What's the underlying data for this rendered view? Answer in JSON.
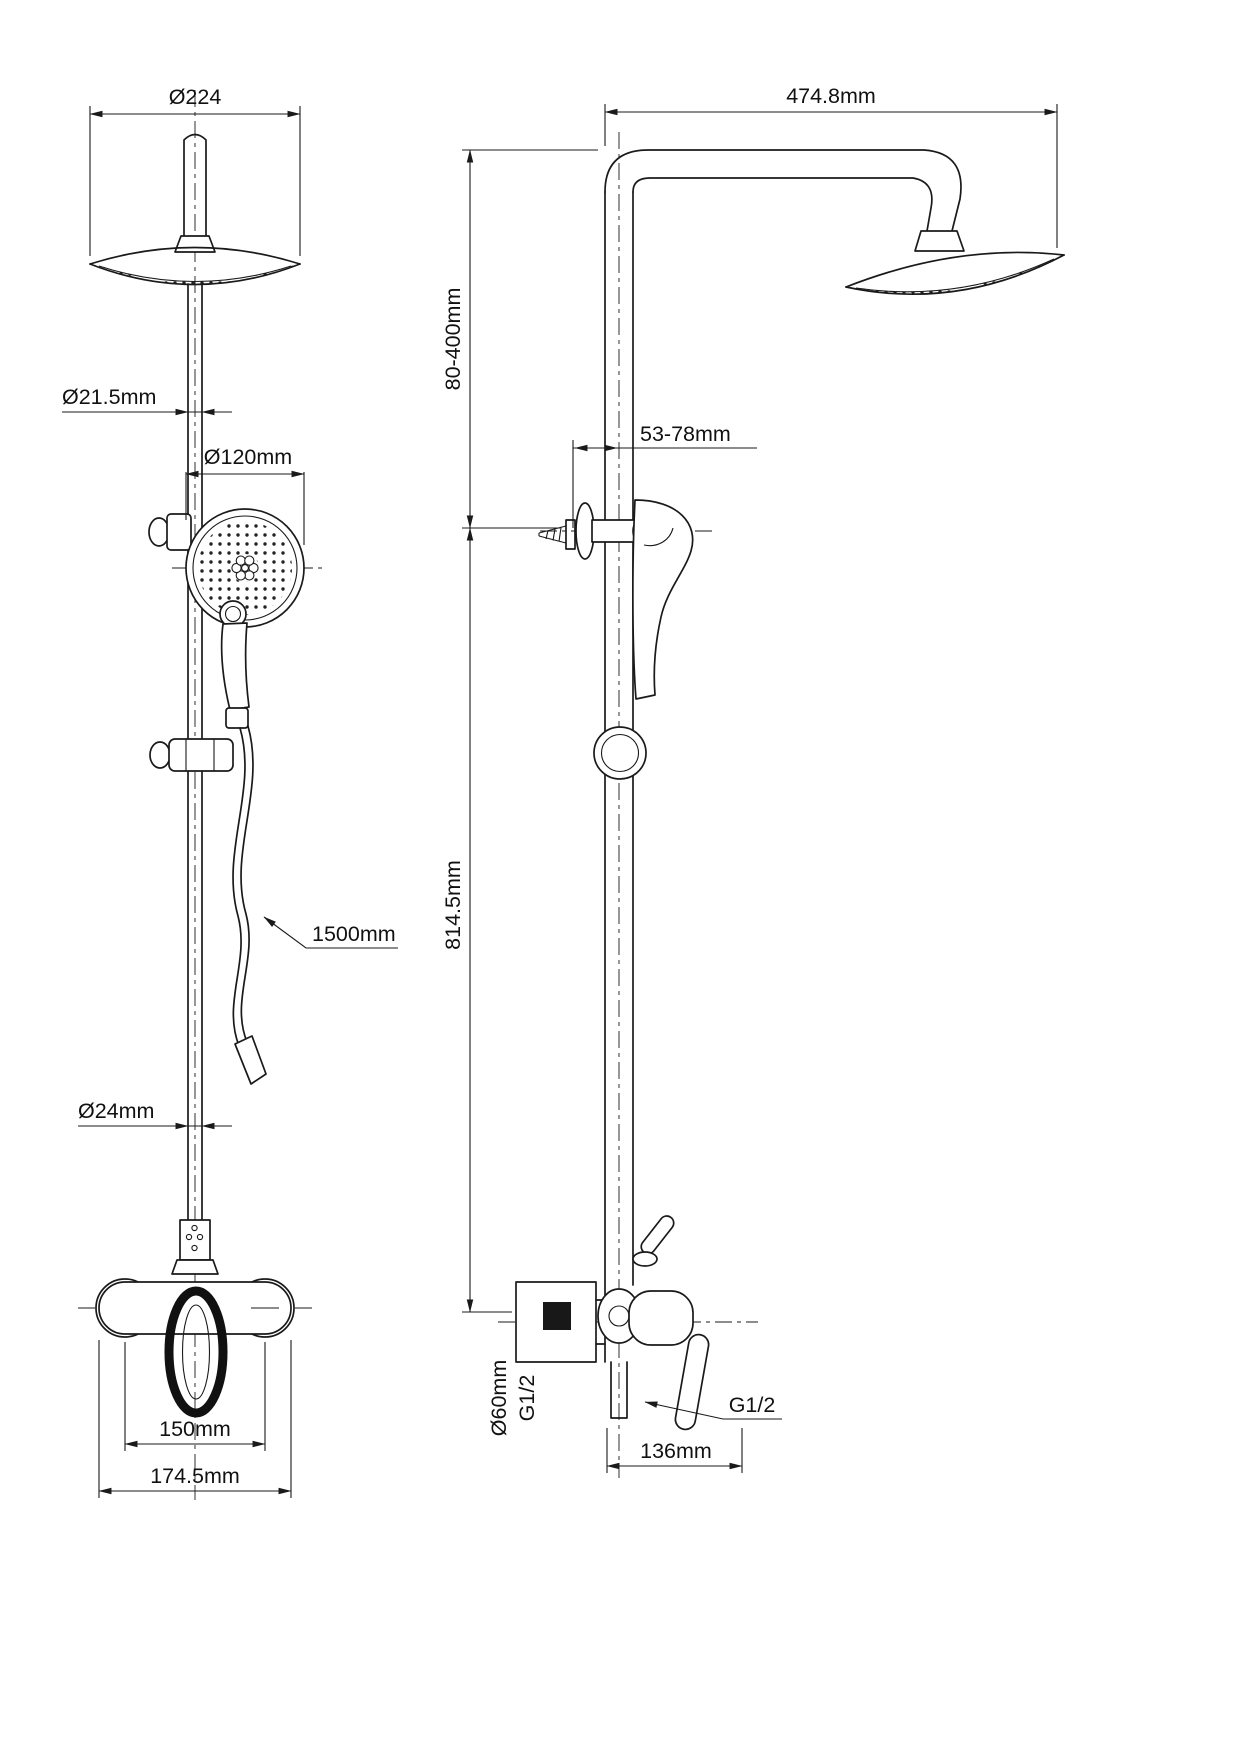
{
  "meta": {
    "title": "Shower column technical drawing",
    "line_color": "#1a1a1a",
    "background_color": "#ffffff"
  },
  "front_view": {
    "head_diameter": "Ø224",
    "pipe_diameter": "Ø21.5mm",
    "hand_shower_diameter": "Ø120mm",
    "hose_length": "1500mm",
    "lower_pipe_diameter": "Ø24mm",
    "handle_width": "150mm",
    "body_width": "174.5mm"
  },
  "side_view": {
    "arm_reach": "474.8mm",
    "head_height_range": "80-400mm",
    "bracket_depth_range": "53-78mm",
    "column_height": "814.5mm",
    "flange_diameter": "Ø60mm",
    "inlet_thread": "G1/2",
    "outlet_thread": "G1/2",
    "inlet_offset": "136mm"
  }
}
